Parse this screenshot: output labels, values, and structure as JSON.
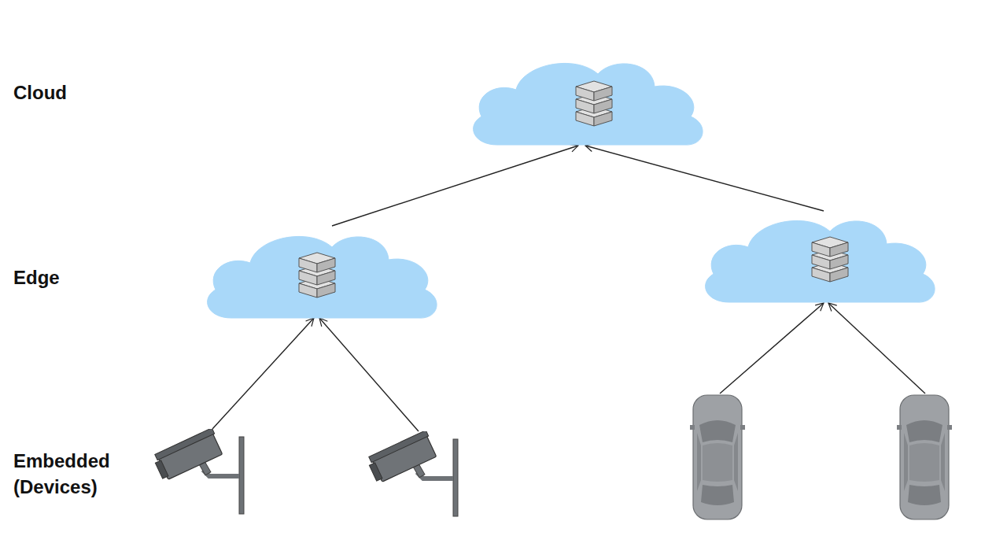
{
  "diagram": {
    "labels": [
      "Cloud",
      "Edge",
      "Embedded (Devices)"
    ]
  }
}
